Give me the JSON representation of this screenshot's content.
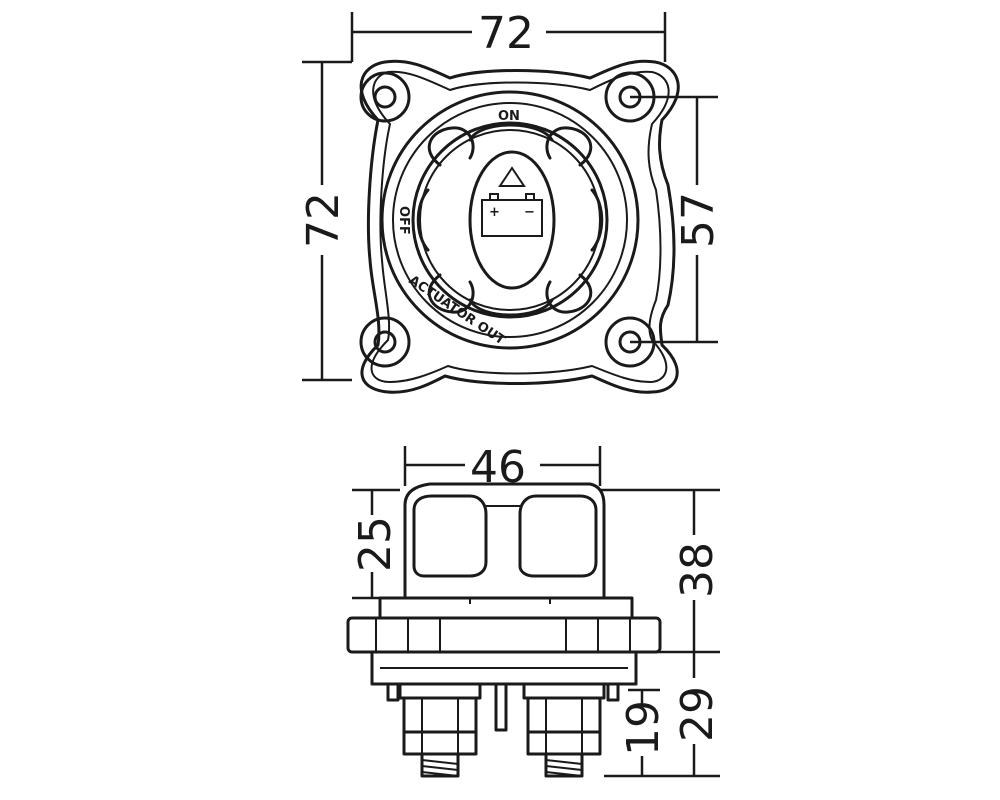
{
  "top_view": {
    "dim_width": "72",
    "dim_height": "72",
    "dim_hole_spacing": "57",
    "label_on": "ON",
    "label_off": "OFF",
    "label_actuator": "ACTUATOR OUT",
    "battery_plus": "+",
    "battery_minus": "−"
  },
  "side_view": {
    "dim_knob_width": "46",
    "dim_knob_height": "25",
    "dim_total_upper": "38",
    "dim_lower": "29",
    "dim_stud": "19"
  }
}
